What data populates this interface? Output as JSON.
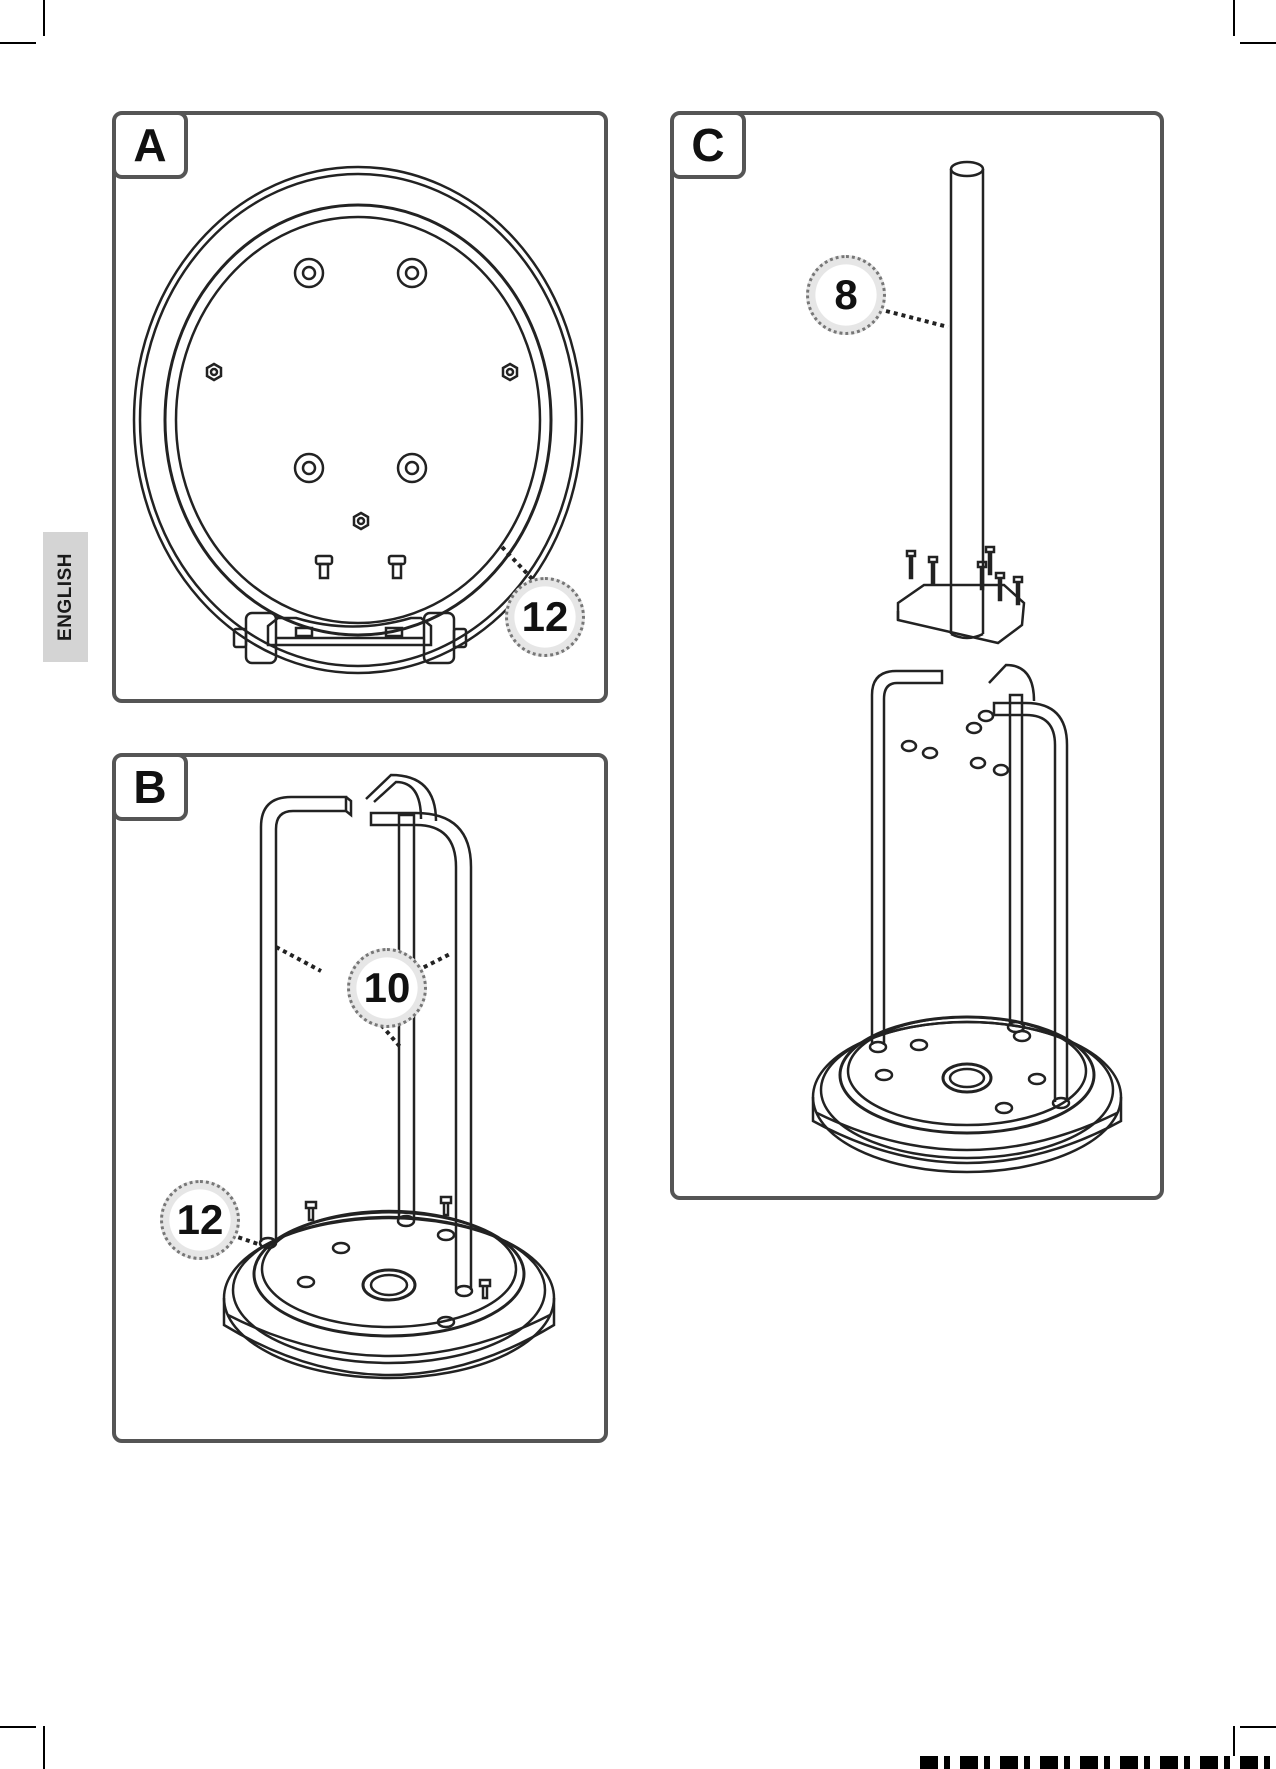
{
  "side_tab": {
    "language": "ENGLISH"
  },
  "panels": {
    "a": {
      "label": "A",
      "callouts": [
        "12"
      ]
    },
    "b": {
      "label": "B",
      "callouts": [
        "10",
        "12"
      ]
    },
    "c": {
      "label": "C",
      "callouts": [
        "8"
      ]
    }
  },
  "colors": {
    "frame": "#555555",
    "line": "#222222",
    "tab": "#d4d4d4"
  }
}
